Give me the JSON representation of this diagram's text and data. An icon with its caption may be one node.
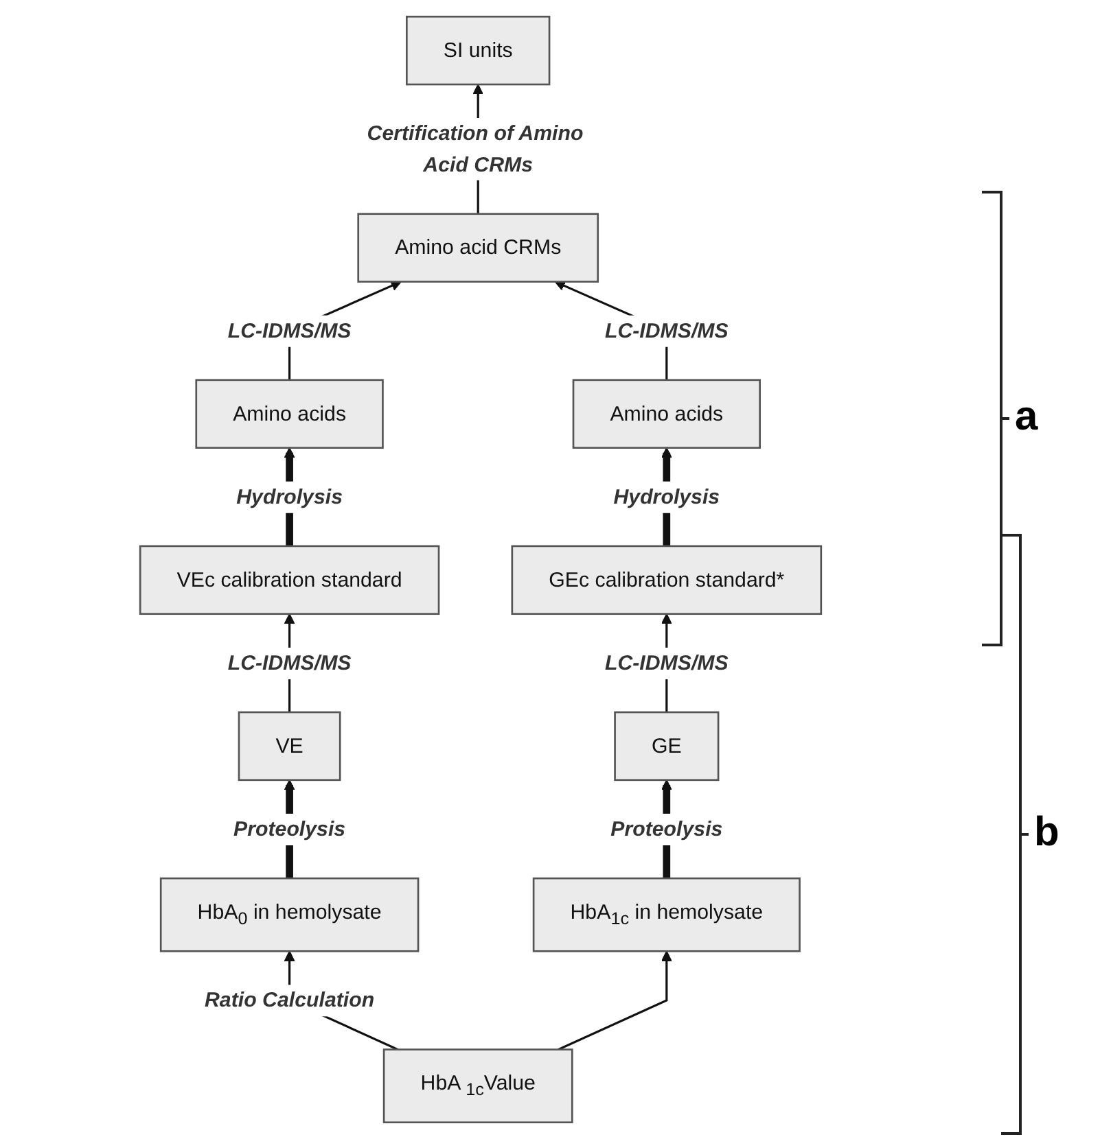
{
  "diagram": {
    "nodes": [
      {
        "text": [
          "SI units"
        ]
      },
      {
        "text": [
          "Amino acid CRMs"
        ]
      },
      {
        "text": [
          "Amino acids"
        ]
      },
      {
        "text": [
          "Amino acids"
        ]
      },
      {
        "text": [
          "VEc calibration standard"
        ]
      },
      {
        "text": [
          "GEc calibration standard*"
        ]
      },
      {
        "text": [
          "VE"
        ]
      },
      {
        "text": [
          "GE"
        ]
      },
      {
        "text": [
          "HbA$_{0}$ in hemolysate"
        ]
      },
      {
        "text": [
          "HbA$_{1c}$ in hemolysate"
        ]
      },
      {
        "text": [
          "HbA $_{1c}$Value"
        ]
      }
    ],
    "edges": [
      {
        "from": 1,
        "to": 0,
        "arrow": "to",
        "label": "Certification of Amino Acid CRMs"
      },
      {
        "from": 2,
        "to": 1,
        "arrow": "to",
        "label": "LC-IDMS/MS"
      },
      {
        "from": 3,
        "to": 1,
        "arrow": "to",
        "label": "LC-IDMS/MS"
      },
      {
        "from": 4,
        "to": 2,
        "arrow": "to",
        "label": "Hydrolysis",
        "style": "thick"
      },
      {
        "from": 5,
        "to": 3,
        "arrow": "to",
        "label": "Hydrolysis",
        "style": "thick"
      },
      {
        "from": 6,
        "to": 4,
        "arrow": "to",
        "label": "LC-IDMS/MS"
      },
      {
        "from": 7,
        "to": 5,
        "arrow": "to",
        "label": "LC-IDMS/MS"
      },
      {
        "from": 8,
        "to": 6,
        "arrow": "to",
        "label": "Proteolysis",
        "style": "thick"
      },
      {
        "from": 9,
        "to": 7,
        "arrow": "to",
        "label": "Proteolysis",
        "style": "thick"
      },
      {
        "from": 10,
        "to": 8,
        "arrow": "to",
        "label": "Ratio Calculation"
      },
      {
        "from": 10,
        "to": 9,
        "arrow": "to"
      }
    ],
    "labels": [
      "a",
      "b"
    ]
  }
}
